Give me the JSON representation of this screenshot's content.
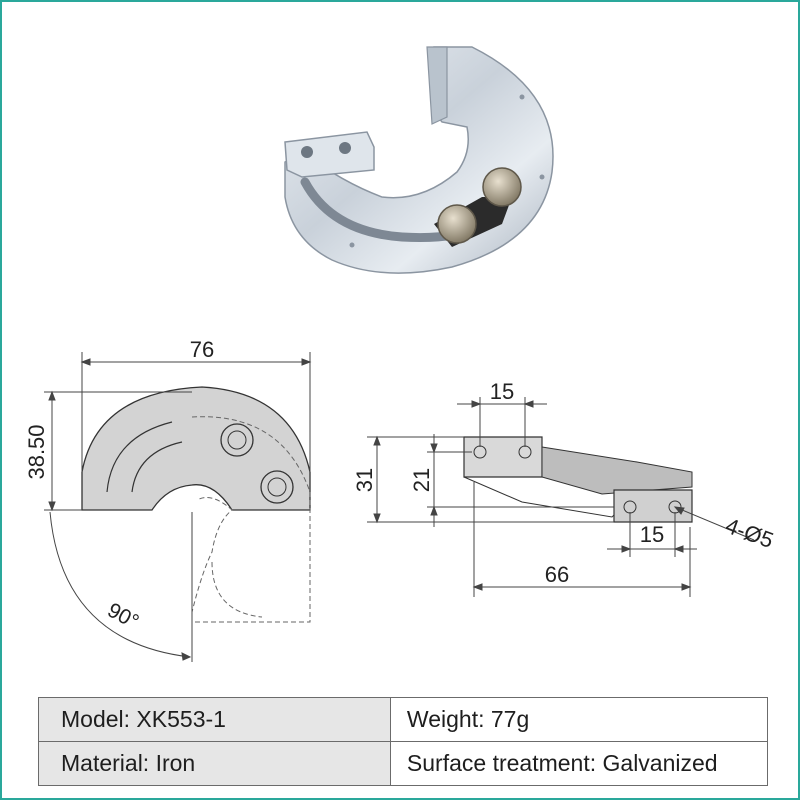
{
  "dimensions": {
    "width_top": "76",
    "height_left": "38.50",
    "height_31": "31",
    "height_21": "21",
    "hole_spacing_top": "15",
    "hole_spacing_bottom": "15",
    "length_bottom": "66",
    "holes": "4-Ø5",
    "angle": "90°"
  },
  "specs": {
    "model": "Model: XK553-1",
    "weight": "Weight: 77g",
    "material": "Material: Iron",
    "surface": "Surface treatment: Galvanized"
  },
  "colors": {
    "border": "#2aa89b",
    "metal": "#cfd6de",
    "row_shade": "#e6e6e6"
  }
}
